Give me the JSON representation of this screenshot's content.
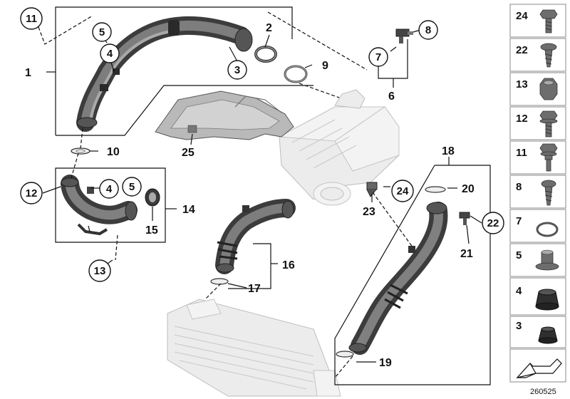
{
  "diagram": {
    "reference_number": "260525",
    "callouts": [
      {
        "id": "1",
        "circled": false
      },
      {
        "id": "2",
        "circled": false
      },
      {
        "id": "3",
        "circled": true
      },
      {
        "id": "4",
        "circled": true
      },
      {
        "id": "5",
        "circled": true
      },
      {
        "id": "6",
        "circled": false
      },
      {
        "id": "7",
        "circled": true
      },
      {
        "id": "8",
        "circled": true
      },
      {
        "id": "9",
        "circled": false
      },
      {
        "id": "10",
        "circled": false
      },
      {
        "id": "11",
        "circled": true
      },
      {
        "id": "12",
        "circled": true
      },
      {
        "id": "13",
        "circled": true
      },
      {
        "id": "14",
        "circled": false
      },
      {
        "id": "15",
        "circled": false
      },
      {
        "id": "16",
        "circled": false
      },
      {
        "id": "17",
        "circled": false
      },
      {
        "id": "18",
        "circled": false
      },
      {
        "id": "19",
        "circled": false
      },
      {
        "id": "20",
        "circled": false
      },
      {
        "id": "21",
        "circled": false
      },
      {
        "id": "22",
        "circled": true
      },
      {
        "id": "23",
        "circled": false
      },
      {
        "id": "24",
        "circled": true
      },
      {
        "id": "25",
        "circled": false
      }
    ],
    "side_panel": {
      "items": [
        "24",
        "22",
        "13",
        "12",
        "11",
        "8",
        "7",
        "5",
        "4",
        "3"
      ]
    },
    "colors": {
      "line": "#111111",
      "hose_dark": "#3c3c3c",
      "hose_light": "#8a8a8a",
      "ghost_fill": "#ececec"
    }
  }
}
